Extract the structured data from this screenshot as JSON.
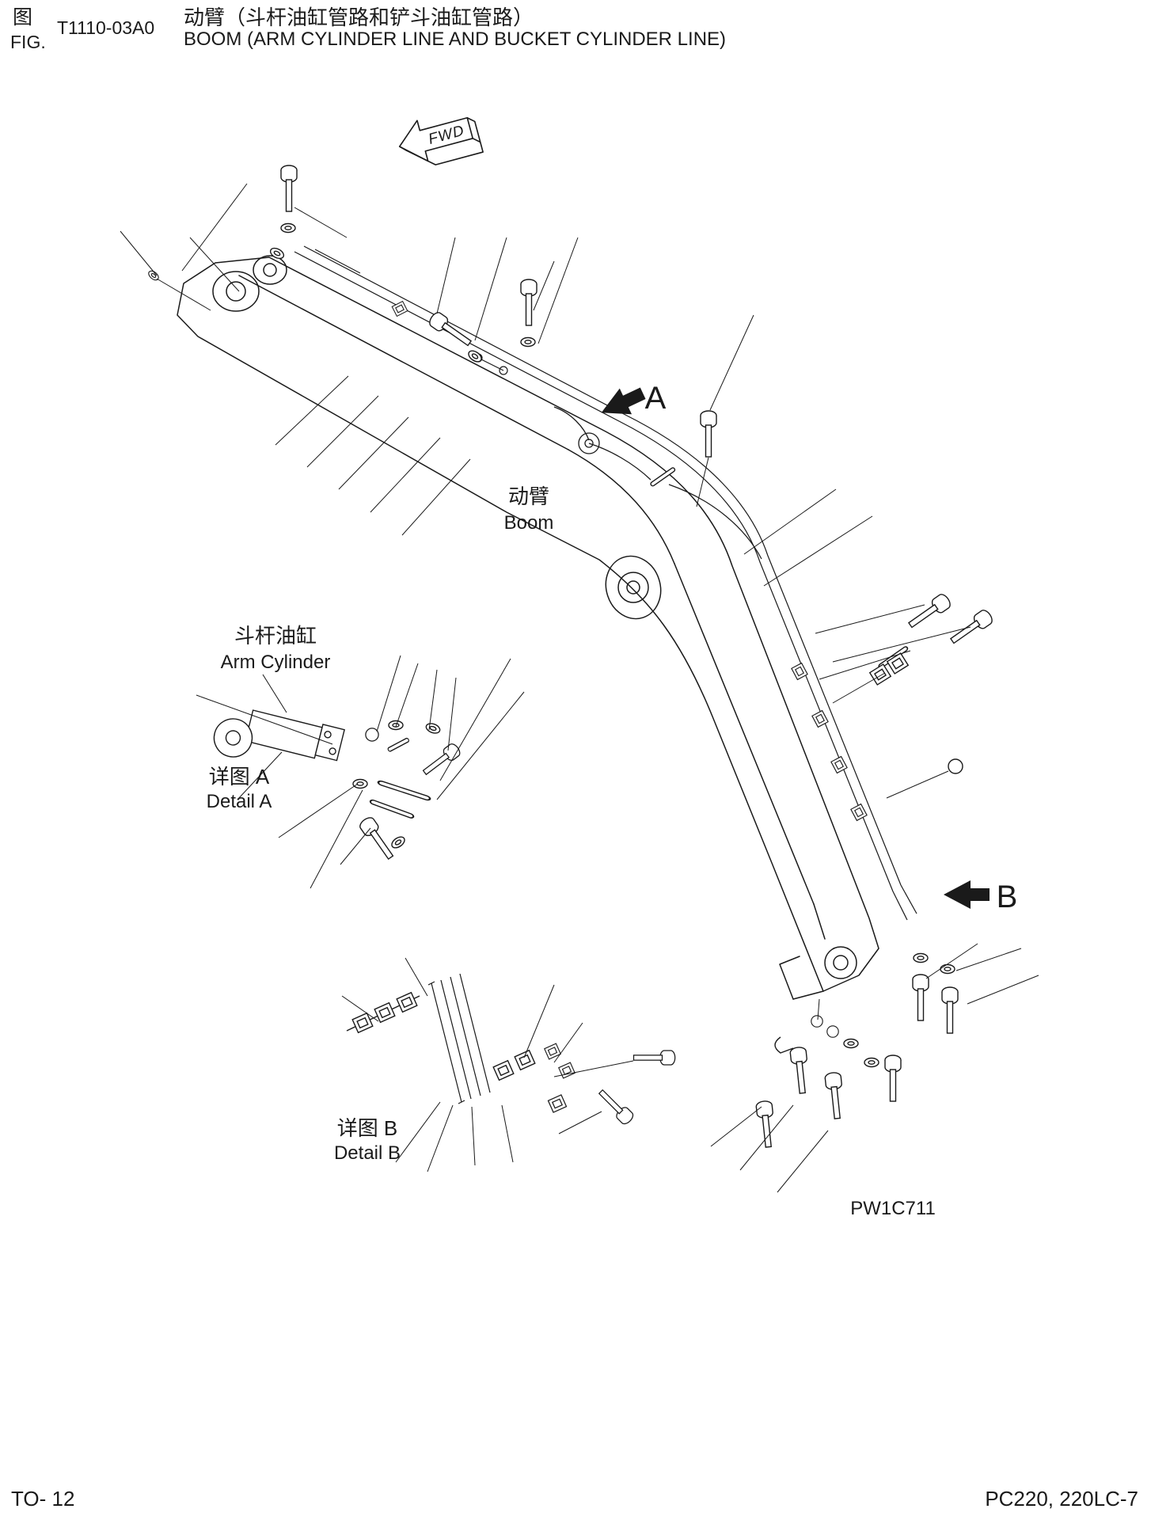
{
  "header": {
    "fig_zh": "图",
    "fig_en": "FIG.",
    "fig_number": "T1110-03A0",
    "title_zh": "动臂（斗杆油缸管路和铲斗油缸管路）",
    "title_en": "BOOM (ARM CYLINDER LINE AND BUCKET CYLINDER LINE)"
  },
  "diagram": {
    "fwd_label": "FWD",
    "boom_label_zh": "动臂",
    "boom_label_en": "Boom",
    "arm_cylinder_label_zh": "斗杆油缸",
    "arm_cylinder_label_en": "Arm Cylinder",
    "detail_a_label_zh": "详图 A",
    "detail_a_label_en": "Detail A",
    "detail_b_label_zh": "详图 B",
    "detail_b_label_en": "Detail B",
    "view_marker_a": "A",
    "view_marker_b": "B",
    "drawing_code": "PW1C711"
  },
  "footer": {
    "page_ref": "TO- 12",
    "model_ref": "PC220, 220LC-7"
  },
  "colors": {
    "line": "#1a1a1a",
    "background": "#ffffff"
  }
}
